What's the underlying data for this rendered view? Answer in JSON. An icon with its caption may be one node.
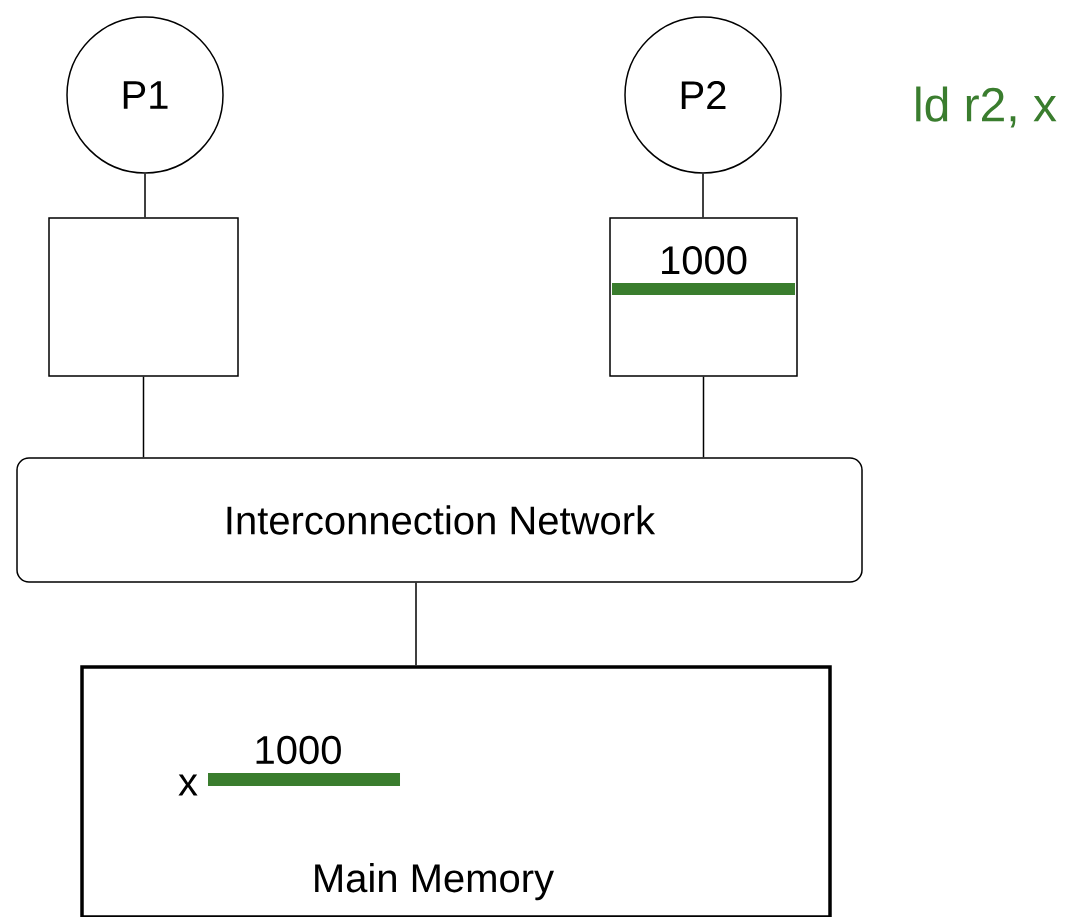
{
  "diagram": {
    "nodes": [
      {
        "text": [
          "P1"
        ]
      },
      {
        "text": [
          "P2"
        ]
      },
      {
        "text": [],
        "shape": "box"
      },
      {
        "text": [
          "1000"
        ]
      },
      {
        "text": [
          "Interconnection Network"
        ]
      },
      {
        "text": [
          "Main Memory"
        ]
      }
    ],
    "edges": [
      {
        "from": 0,
        "to": 2,
        "arrow": "none"
      },
      {
        "from": 1,
        "to": 3,
        "arrow": "none"
      },
      {
        "from": 2,
        "to": 4,
        "arrow": "none"
      },
      {
        "from": 3,
        "to": 4,
        "arrow": "none"
      },
      {
        "from": 4,
        "to": 5,
        "arrow": "none"
      }
    ],
    "labels": [
      "ld r2, x",
      "1000",
      "x"
    ]
  }
}
